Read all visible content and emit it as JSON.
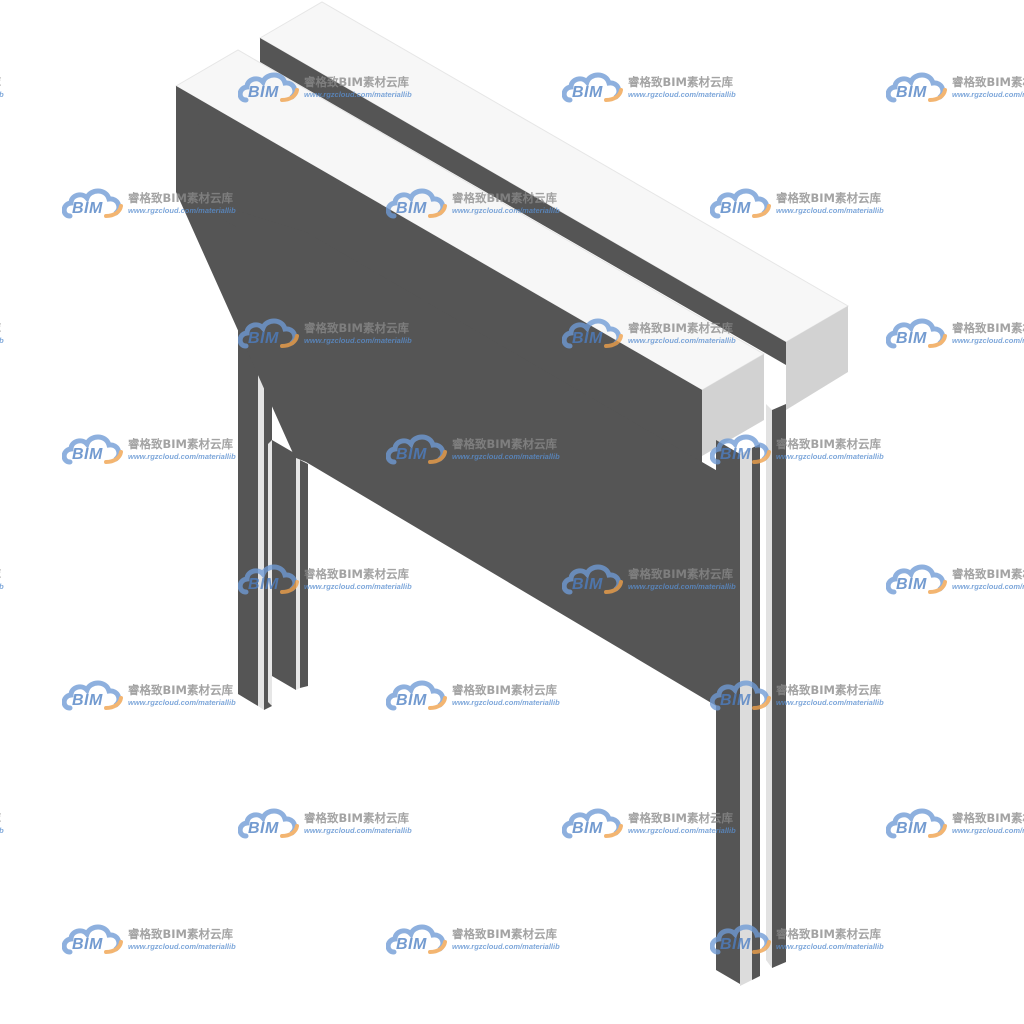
{
  "watermark": {
    "logo_text": "BIM",
    "brand_text": "睿格致BIM素材云库",
    "url_text": "www.rgzcloud.com/materiallib",
    "colors": {
      "cloud_blue": "#6f9bd6",
      "cloud_orange": "#f0a14a",
      "text_grey": "#8a8a8a",
      "url_blue": "#5a8fd0"
    }
  },
  "model": {
    "description_icon": "door-frame-3d-model",
    "colors": {
      "face_dark": "#555555",
      "face_top": "#f7f7f7",
      "face_end": "#d2d2d2",
      "edge_light": "#e8e8e8",
      "background": "#ffffff"
    }
  }
}
